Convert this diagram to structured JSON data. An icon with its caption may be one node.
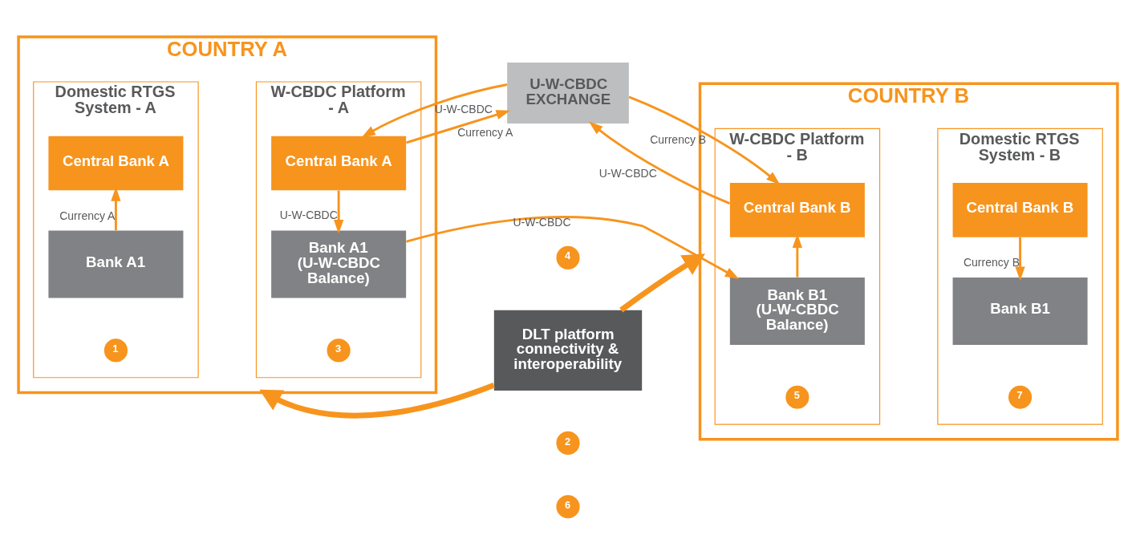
{
  "diagram": {
    "nodes": [
      {
        "text": [
          "COUNTRY A"
        ]
      },
      {
        "text": [
          "Domestic RTGS System - A"
        ],
        "in": 0
      },
      {
        "text": [
          "Central Bank A"
        ],
        "in": 1
      },
      {
        "text": [
          "Bank A1"
        ],
        "in": 1
      },
      {
        "text": [
          "W-CBDC Platform - A"
        ],
        "in": 0
      },
      {
        "text": [
          "Central Bank A"
        ],
        "in": 4
      },
      {
        "text": [
          "Bank A1 (U-W-CBDC Balance)"
        ],
        "in": 4
      },
      {
        "text": [
          "U-W-CBDC EXCHANGE"
        ]
      },
      {
        "text": [
          "DLT platform connectivity & interoperability"
        ]
      },
      {
        "text": [
          "COUNTRY B"
        ]
      },
      {
        "text": [
          "W-CBDC Platform - B"
        ],
        "in": 9
      },
      {
        "text": [
          "Central Bank B"
        ],
        "in": 10
      },
      {
        "text": [
          "Bank B1 (U-W-CBDC Balance)"
        ],
        "in": 10
      },
      {
        "text": [
          "Domestic RTGS System - B"
        ],
        "in": 9
      },
      {
        "text": [
          "Central Bank B"
        ],
        "in": 13
      },
      {
        "text": [
          "Bank B1"
        ],
        "in": 13
      },
      {
        "text": [
          "1"
        ],
        "in": 1
      },
      {
        "text": [
          "2"
        ]
      },
      {
        "text": [
          "3"
        ],
        "in": 4
      },
      {
        "text": [
          "4"
        ]
      },
      {
        "text": [
          "5"
        ],
        "in": 10
      },
      {
        "text": [
          "6"
        ]
      },
      {
        "text": [
          "7"
        ],
        "in": 13
      }
    ],
    "edges": [
      {
        "from": 3,
        "to": 2,
        "arrow": "to",
        "label": "Currency A"
      },
      {
        "from": 5,
        "to": 7,
        "arrow": "to",
        "label": "Currency A"
      },
      {
        "from": 7,
        "to": 5,
        "arrow": "to",
        "label": "U-W-CBDC"
      },
      {
        "from": 5,
        "to": 6,
        "arrow": "to",
        "label": "U-W-CBDC"
      },
      {
        "from": 6,
        "to": 12,
        "arrow": "to",
        "label": "U-W-CBDC"
      },
      {
        "from": 12,
        "to": 11,
        "arrow": "to"
      },
      {
        "from": 7,
        "to": 11,
        "arrow": "to",
        "label": "Currency B"
      },
      {
        "from": 11,
        "to": 7,
        "arrow": "to",
        "label": "U-W-CBDC"
      },
      {
        "from": 14,
        "to": 15,
        "arrow": "to",
        "label": "Currency B"
      },
      {
        "from": 8,
        "to": 0,
        "arrow": "to",
        "style": "thick"
      },
      {
        "from": 8,
        "to": 9,
        "arrow": "to",
        "style": "thick"
      }
    ]
  }
}
